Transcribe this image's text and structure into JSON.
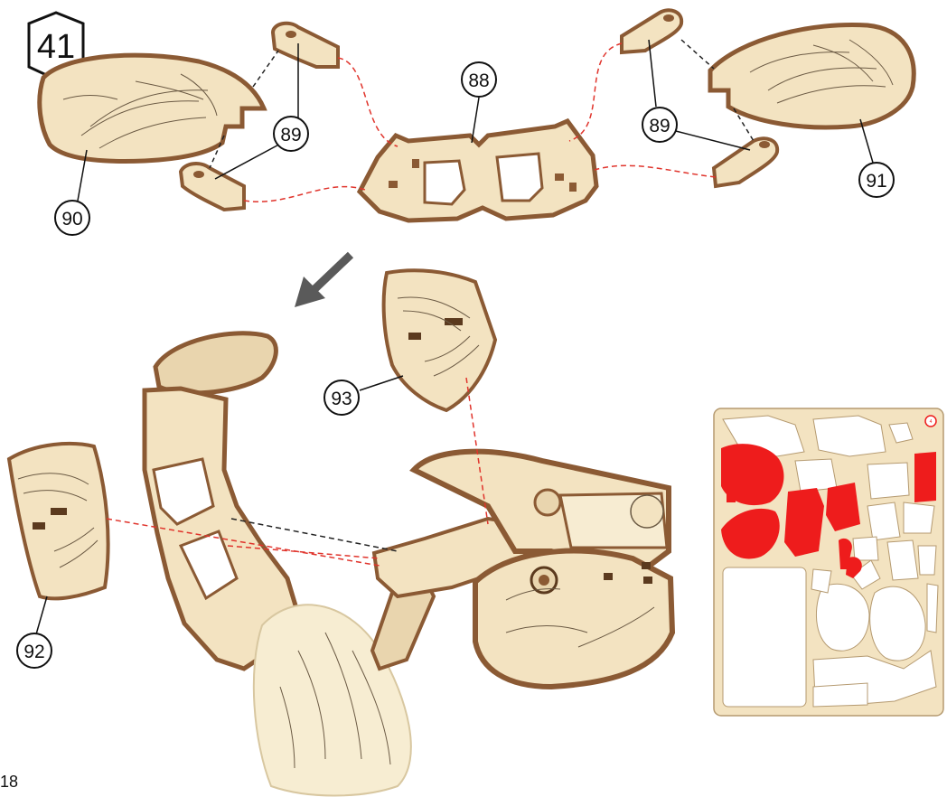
{
  "step": {
    "number": "41"
  },
  "callouts": {
    "c88": "88",
    "c89_left": "89",
    "c89_right": "89",
    "c90": "90",
    "c91": "91",
    "c92": "92",
    "c93": "93"
  },
  "sheet": {
    "badge": "4"
  },
  "page": {
    "number": "18"
  },
  "colors": {
    "wood": "#f3e3c1",
    "wood_edge": "#8b5a34",
    "highlight_red": "#ee1c1c",
    "guide_red": "#e0342c",
    "guide_dark": "#222222",
    "arrow_gray": "#5a5a5a"
  }
}
